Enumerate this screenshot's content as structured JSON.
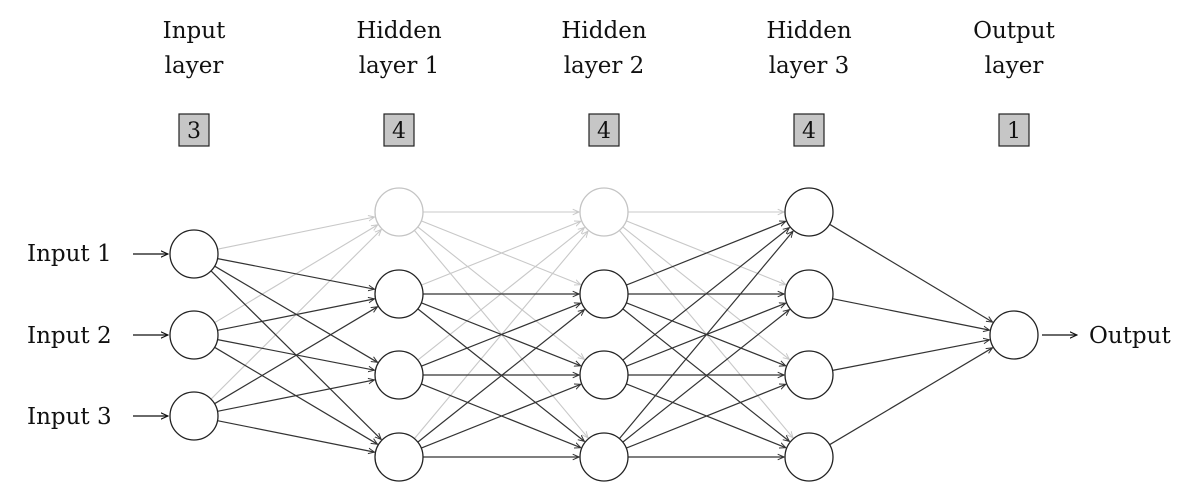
{
  "layers": [
    {
      "title_line1": "Input",
      "title_line2": "layer",
      "size": "3"
    },
    {
      "title_line1": "Hidden",
      "title_line2": "layer 1",
      "size": "4"
    },
    {
      "title_line1": "Hidden",
      "title_line2": "layer 2",
      "size": "4"
    },
    {
      "title_line1": "Hidden",
      "title_line2": "layer 3",
      "size": "4"
    },
    {
      "title_line1": "Output",
      "title_line2": "layer",
      "size": "1"
    }
  ],
  "inputs": [
    "Input 1",
    "Input 2",
    "Input 3"
  ],
  "output_label": "Output",
  "faded_nodes": [
    {
      "layer": 1,
      "node": 0
    },
    {
      "layer": 2,
      "node": 0
    }
  ],
  "colors": {
    "active_edge": "#333333",
    "faded_edge": "#c8c8c8",
    "node_stroke": "#222222",
    "faded_node_stroke": "#c4c4c4",
    "size_box_fill": "#c6c6c6",
    "size_box_stroke": "#222222"
  }
}
